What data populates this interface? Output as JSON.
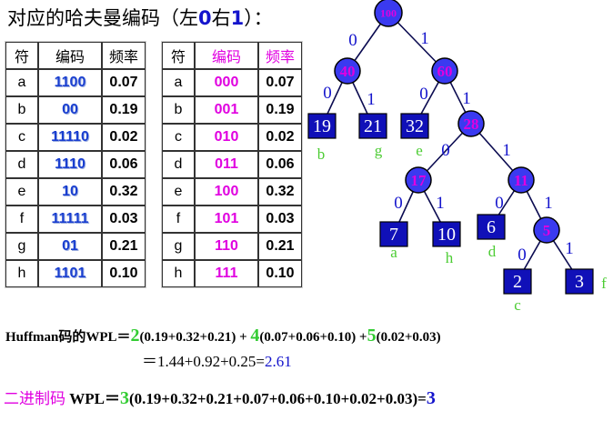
{
  "title": {
    "prefix": "对应的哈夫曼编码（左",
    "left_digit": "0",
    "mid": "右",
    "right_digit": "1",
    "suffix": "）："
  },
  "table_headers": [
    "符",
    "编码",
    "频率"
  ],
  "huffman_table": [
    {
      "sym": "a",
      "code": "1100",
      "freq": "0.07"
    },
    {
      "sym": "b",
      "code": "00",
      "freq": "0.19"
    },
    {
      "sym": "c",
      "code": "11110",
      "freq": "0.02"
    },
    {
      "sym": "d",
      "code": "1110",
      "freq": "0.06"
    },
    {
      "sym": "e",
      "code": "10",
      "freq": "0.32"
    },
    {
      "sym": "f",
      "code": "11111",
      "freq": "0.03"
    },
    {
      "sym": "g",
      "code": "01",
      "freq": "0.21"
    },
    {
      "sym": "h",
      "code": "1101",
      "freq": "0.10"
    }
  ],
  "binary_table": [
    {
      "sym": "a",
      "code": "000",
      "freq": "0.07"
    },
    {
      "sym": "b",
      "code": "001",
      "freq": "0.19"
    },
    {
      "sym": "c",
      "code": "010",
      "freq": "0.02"
    },
    {
      "sym": "d",
      "code": "011",
      "freq": "0.06"
    },
    {
      "sym": "e",
      "code": "100",
      "freq": "0.32"
    },
    {
      "sym": "f",
      "code": "101",
      "freq": "0.03"
    },
    {
      "sym": "g",
      "code": "110",
      "freq": "0.21"
    },
    {
      "sym": "h",
      "code": "111",
      "freq": "0.10"
    }
  ],
  "tree": {
    "internal_nodes": [
      {
        "id": "n100",
        "label": "100"
      },
      {
        "id": "n40",
        "label": "40"
      },
      {
        "id": "n60",
        "label": "60"
      },
      {
        "id": "n28",
        "label": "28"
      },
      {
        "id": "n17",
        "label": "17"
      },
      {
        "id": "n11",
        "label": "11"
      },
      {
        "id": "n5",
        "label": "5"
      }
    ],
    "leaves": [
      {
        "id": "l19",
        "label": "19",
        "sym": "b"
      },
      {
        "id": "l21",
        "label": "21",
        "sym": "g"
      },
      {
        "id": "l32",
        "label": "32",
        "sym": "e"
      },
      {
        "id": "l7",
        "label": "7",
        "sym": "a"
      },
      {
        "id": "l10",
        "label": "10",
        "sym": "h"
      },
      {
        "id": "l6",
        "label": "6",
        "sym": "d"
      },
      {
        "id": "l2",
        "label": "2",
        "sym": "c"
      },
      {
        "id": "l3",
        "label": "3",
        "sym": "f"
      }
    ],
    "edges": [
      {
        "from": "n100",
        "to": "n40",
        "bit": "0"
      },
      {
        "from": "n100",
        "to": "n60",
        "bit": "1"
      },
      {
        "from": "n40",
        "to": "l19",
        "bit": "0"
      },
      {
        "from": "n40",
        "to": "l21",
        "bit": "1"
      },
      {
        "from": "n60",
        "to": "l32",
        "bit": "0"
      },
      {
        "from": "n60",
        "to": "n28",
        "bit": "1"
      },
      {
        "from": "n28",
        "to": "n17",
        "bit": "0"
      },
      {
        "from": "n28",
        "to": "n11",
        "bit": "1"
      },
      {
        "from": "n17",
        "to": "l7",
        "bit": "0"
      },
      {
        "from": "n17",
        "to": "l10",
        "bit": "1"
      },
      {
        "from": "n11",
        "to": "l6",
        "bit": "0"
      },
      {
        "from": "n11",
        "to": "n5",
        "bit": "1"
      },
      {
        "from": "n5",
        "to": "l2",
        "bit": "0"
      },
      {
        "from": "n5",
        "to": "l3",
        "bit": "1"
      }
    ]
  },
  "wpl_huffman": {
    "lead": "Huffman码的WPL＝",
    "w2": "2",
    "g2": "(0.19+0.32+0.21)",
    "plus1": " + ",
    "w4": "4",
    "g4": "(0.07+0.06+0.10)",
    "plus2": " +",
    "w5": "5",
    "g5": "(0.02+0.03)"
  },
  "wpl_huffman_result": {
    "expr": "＝1.44+0.92+0.25=",
    "value": "2.61"
  },
  "wpl_binary": {
    "label": "二进制码",
    "lead": " WPL＝",
    "w": "3",
    "group": "(0.19+0.32+0.21+0.07+0.06+0.10+0.02+0.03)=",
    "value": "3"
  },
  "colors": {
    "node_fill": "#3a3af0",
    "leaf_fill": "#1010b8",
    "bit_label": "#1414cc",
    "sym_label": "#4ccc33",
    "highlight": "#e000e0"
  }
}
